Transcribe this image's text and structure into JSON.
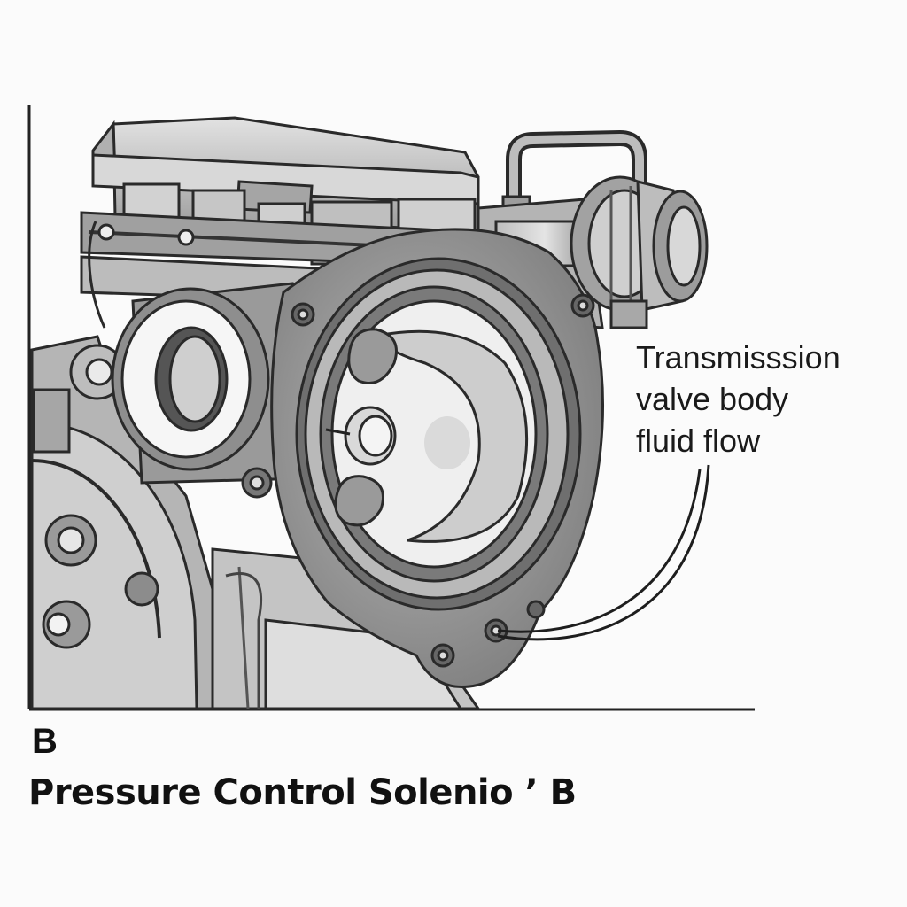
{
  "figure": {
    "callout_lines": [
      "Transmisssion",
      "valve body",
      "fluid flow"
    ],
    "panel_letter": "B",
    "caption": "Pressure Control Solenio ’ B"
  },
  "palette": {
    "background": "#fbfbfb",
    "metal_light": "#d6d6d6",
    "metal_mid": "#a9a9a9",
    "metal_dark": "#7c7c7c",
    "outline": "#2a2a2a",
    "recess": "#eeeeee"
  },
  "components": [
    "axis-lines",
    "valve-body-top-housing",
    "tube-loop-fitting",
    "cylindrical-solenoid",
    "gear-cover-left",
    "circular-port-ring",
    "main-flange-housing",
    "fluid-channel-recess",
    "leader-lines"
  ]
}
